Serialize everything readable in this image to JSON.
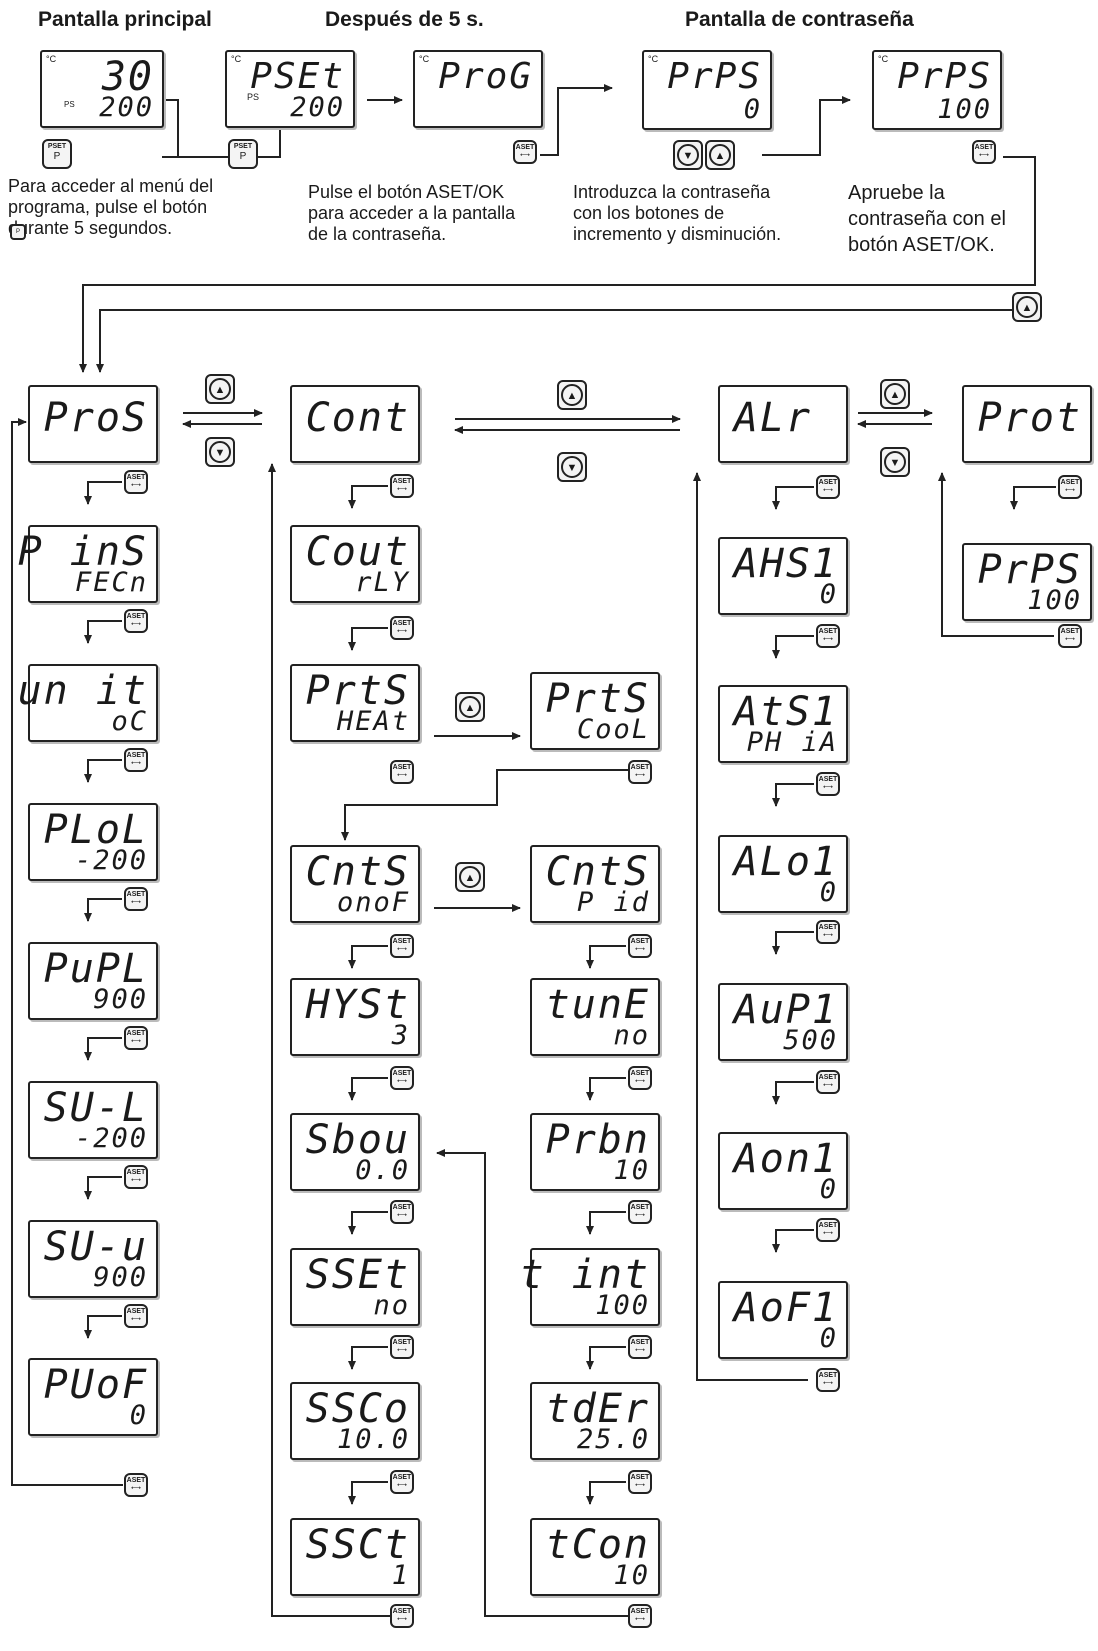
{
  "headings": {
    "main_screen": "Pantalla principal",
    "after_5s": "Después de 5 s.",
    "password_screen": "Pantalla de contraseña"
  },
  "notes": {
    "access_menu": "Para acceder al menú del\nprograma, pulse el botón\ndurante 5 segundos.",
    "press_aset": "Pulse el botón ASET/OK\npara acceder a la pantalla\nde la contraseña.",
    "enter_password": "Introduzca la contraseña\ncon los botones de\nincremento y disminución.",
    "approve_password": "Apruebe la\ncontraseña con el\nbotón ASET/OK."
  },
  "buttons": {
    "aset": "ASET",
    "pset": "PSET",
    "p": "P",
    "up_glyph": "▲",
    "down_glyph": "▼"
  },
  "indicators": {
    "celsius": "°C",
    "ps": "PS"
  },
  "top_displays": [
    {
      "id": "main",
      "l1": "30",
      "l2": "200"
    },
    {
      "id": "pset",
      "l1": "PSEt",
      "l2": "200"
    },
    {
      "id": "prog",
      "l1": "ProG",
      "l2": ""
    },
    {
      "id": "prps0",
      "l1": "PrPS",
      "l2": "0"
    },
    {
      "id": "prps100",
      "l1": "PrPS",
      "l2": "100"
    }
  ],
  "menu_heads": [
    {
      "id": "pros",
      "l1": "ProS",
      "l2": ""
    },
    {
      "id": "cont",
      "l1": "Cont",
      "l2": ""
    },
    {
      "id": "alr",
      "l1": "ALr",
      "l2": ""
    },
    {
      "id": "prot",
      "l1": "Prot",
      "l2": ""
    }
  ],
  "pros_params": [
    {
      "l1": "P inS",
      "l2": "FECn"
    },
    {
      "l1": "un it",
      "l2": "oC"
    },
    {
      "l1": "PLoL",
      "l2": "-200"
    },
    {
      "l1": "PuPL",
      "l2": "900"
    },
    {
      "l1": "SU-L",
      "l2": "-200"
    },
    {
      "l1": "SU-u",
      "l2": "900"
    },
    {
      "l1": "PUoF",
      "l2": "0"
    }
  ],
  "cont_params": [
    {
      "l1": "Cout",
      "l2": "rLY"
    },
    {
      "l1": "PrtS",
      "l2": "HEAt"
    },
    {
      "l1": "CntS",
      "l2": "onoF"
    },
    {
      "l1": "HYSt",
      "l2": "3"
    },
    {
      "l1": "Sbou",
      "l2": "0.0"
    },
    {
      "l1": "SSEt",
      "l2": "no"
    },
    {
      "l1": "SSCo",
      "l2": "10.0"
    },
    {
      "l1": "SSCt",
      "l2": "1"
    }
  ],
  "cont_alt": [
    {
      "l1": "PrtS",
      "l2": "CooL"
    },
    {
      "l1": "CntS",
      "l2": "P id"
    }
  ],
  "pid_params": [
    {
      "l1": "tunE",
      "l2": "no"
    },
    {
      "l1": "Prbn",
      "l2": "10"
    },
    {
      "l1": "t int",
      "l2": "100"
    },
    {
      "l1": "tdEr",
      "l2": "25.0"
    },
    {
      "l1": "tCon",
      "l2": "10"
    }
  ],
  "alr_params": [
    {
      "l1": "AHS1",
      "l2": "0"
    },
    {
      "l1": "AtS1",
      "l2": "PH iA"
    },
    {
      "l1": "ALo1",
      "l2": "0"
    },
    {
      "l1": "AuP1",
      "l2": "500"
    },
    {
      "l1": "Aon1",
      "l2": "0"
    },
    {
      "l1": "AoF1",
      "l2": "0"
    }
  ],
  "prot_params": [
    {
      "l1": "PrPS",
      "l2": "100"
    }
  ]
}
